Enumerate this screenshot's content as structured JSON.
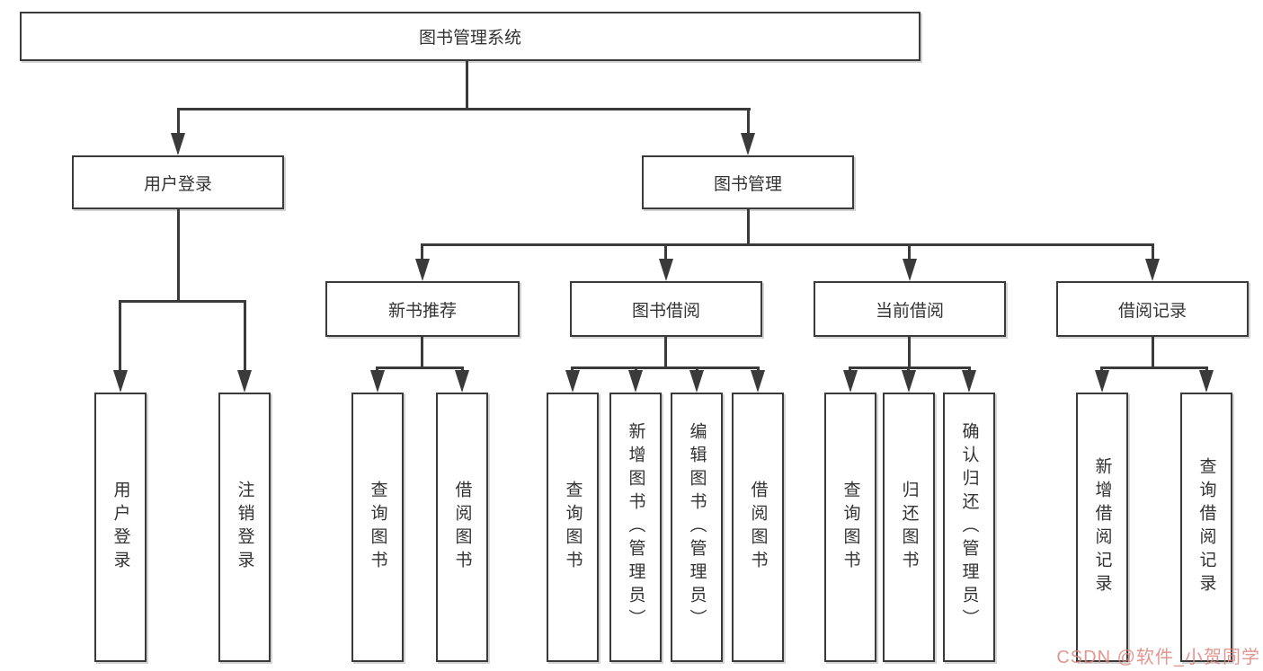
{
  "diagram": {
    "title": "图书管理系统",
    "root": {
      "label": "图书管理系统"
    },
    "level2": [
      {
        "label": "用户登录"
      },
      {
        "label": "图书管理"
      }
    ],
    "level3": [
      {
        "label": "新书推荐",
        "parent": "图书管理"
      },
      {
        "label": "图书借阅",
        "parent": "图书管理"
      },
      {
        "label": "当前借阅",
        "parent": "图书管理"
      },
      {
        "label": "借阅记录",
        "parent": "图书管理"
      }
    ],
    "leaves": [
      {
        "label": "用户登录",
        "parent": "用户登录"
      },
      {
        "label": "注销登录",
        "parent": "用户登录"
      },
      {
        "label": "查询图书",
        "parent": "新书推荐"
      },
      {
        "label": "借阅图书",
        "parent": "新书推荐"
      },
      {
        "label": "查询图书",
        "parent": "图书借阅"
      },
      {
        "label": "新增图书（管理员）",
        "parent": "图书借阅"
      },
      {
        "label": "编辑图书（管理员）",
        "parent": "图书借阅"
      },
      {
        "label": "借阅图书",
        "parent": "图书借阅"
      },
      {
        "label": "查询图书",
        "parent": "当前借阅"
      },
      {
        "label": "归还图书",
        "parent": "当前借阅"
      },
      {
        "label": "确认归还（管理员）",
        "parent": "当前借阅"
      },
      {
        "label": "新增借阅记录",
        "parent": "借阅记录"
      },
      {
        "label": "查询借阅记录",
        "parent": "借阅记录"
      }
    ],
    "colors": {
      "line": "#3a3a3a",
      "text": "#333333",
      "background": "#ffffff",
      "watermark": "#de827d"
    }
  },
  "watermark": {
    "text": "CSDN @软件_小贺同学"
  }
}
